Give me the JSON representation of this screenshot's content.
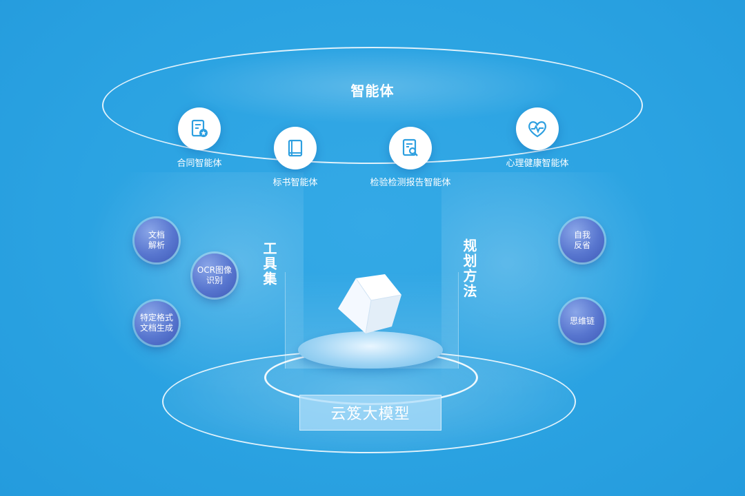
{
  "top": {
    "title": "智能体"
  },
  "agents": [
    {
      "label": "合同智能体",
      "icon": "contract-doc-icon"
    },
    {
      "label": "标书智能体",
      "icon": "book-icon"
    },
    {
      "label": "检验检测报告智能体",
      "icon": "report-search-icon"
    },
    {
      "label": "心理健康智能体",
      "icon": "heart-pulse-icon"
    }
  ],
  "tools": {
    "label": "工具集",
    "items": [
      {
        "lines": [
          "文档",
          "解析"
        ]
      },
      {
        "lines": [
          "OCR图像",
          "识别"
        ]
      },
      {
        "lines": [
          "特定格式",
          "文档生成"
        ]
      }
    ]
  },
  "methods": {
    "label": "规划方法",
    "items": [
      {
        "lines": [
          "自我",
          "反省"
        ]
      },
      {
        "lines": [
          "思维链"
        ]
      }
    ]
  },
  "model": {
    "label": "云笈大模型"
  },
  "colors": {
    "background": "#2ba3e2",
    "icon": "#2d9fe0",
    "bubble": "#5876cf"
  }
}
